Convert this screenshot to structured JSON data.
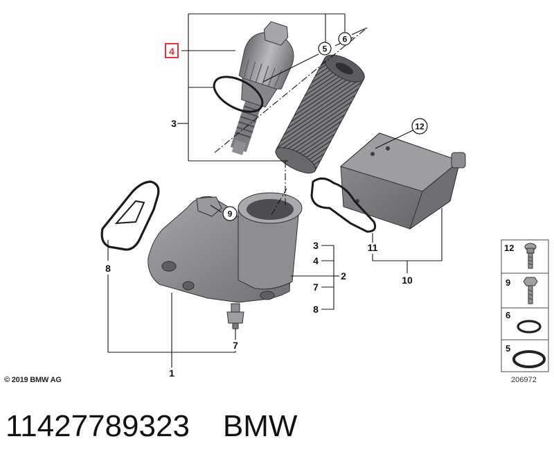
{
  "callouts": {
    "c1": "1",
    "c2": "2",
    "c3_top": "3",
    "c3_right": "3",
    "c4_top": "4",
    "c4_right": "4",
    "c5": "5",
    "c6": "6",
    "c7_right": "7",
    "c7_bottom": "7",
    "c8_left": "8",
    "c8_right": "8",
    "c9": "9",
    "c10": "10",
    "c11": "11",
    "c12": "12"
  },
  "sidebar": {
    "items": [
      {
        "label": "12",
        "icon": "torx-bolt-icon"
      },
      {
        "label": "9",
        "icon": "hex-bolt-icon"
      },
      {
        "label": "6",
        "icon": "o-ring-small-icon"
      },
      {
        "label": "5",
        "icon": "o-ring-large-icon"
      }
    ]
  },
  "copyright": "© 2019 BMW AG",
  "diagram_id": "206972",
  "footer": {
    "part_number": "11427789323",
    "brand": "BMW"
  },
  "colors": {
    "highlight": "#e0303a",
    "part_grey": "#8a8c8f",
    "line": "#111111"
  }
}
